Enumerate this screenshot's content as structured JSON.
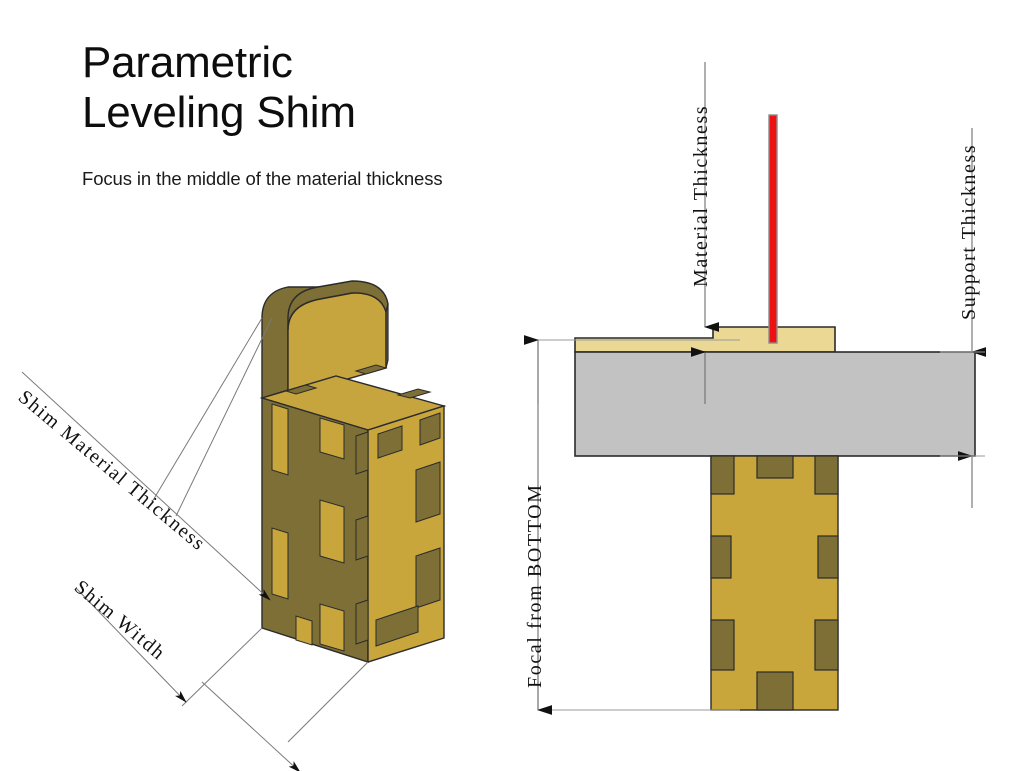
{
  "header": {
    "title": "Parametric\nLeveling Shim",
    "subtitle": "Focus in the middle of the material thickness"
  },
  "annotations": {
    "shim_material_thickness": "Shim Material Thickness",
    "shim_width": "Shim Witdh",
    "material_thickness": "Material Thickness",
    "support_thickness": "Support Thickness",
    "focal_from_bottom": "Focal from BOTTOM"
  },
  "colors": {
    "shim_face": "#c9a63c",
    "shim_shade": "#7d6f36",
    "shim_top": "#c6a53f",
    "material_bar": "#ead894",
    "support_slab": "#c2c2c2",
    "focal_line": "#ee1111",
    "outline": "#2b2b2b",
    "dimension_line": "#6e6e6e",
    "title_text": "#0d0d0d"
  },
  "chart_data": {
    "type": "diagram",
    "title": "Parametric Leveling Shim",
    "views": [
      {
        "name": "isometric-shim",
        "description": "3D isometric view of notched leveling shim with rounded back plate",
        "labels": [
          "Shim Material Thickness",
          "Shim Witdh"
        ]
      },
      {
        "name": "cross-section",
        "description": "Side cross-section showing material bar on support slab with shim column beneath and red focal line",
        "labels": [
          "Material Thickness",
          "Support Thickness",
          "Focal from BOTTOM"
        ]
      }
    ]
  }
}
